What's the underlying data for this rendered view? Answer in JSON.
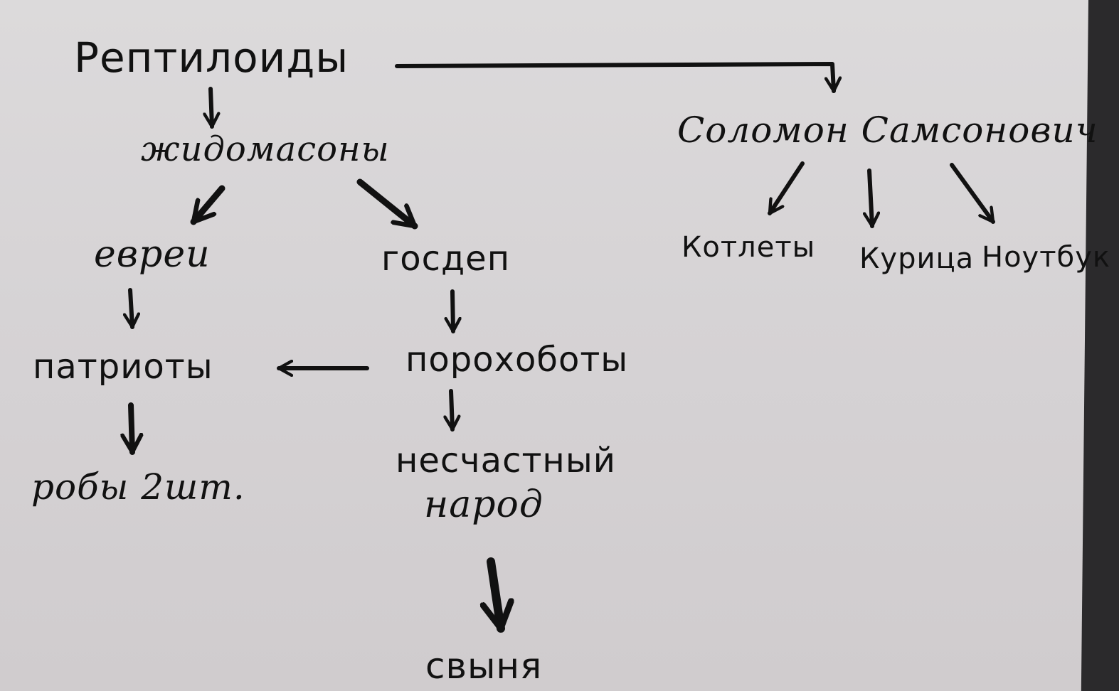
{
  "nodes": {
    "reptiloids": "Рептилоиды",
    "zhidomasony": "жидомасоны",
    "solomon": "Соломон Самсонович",
    "evrei": "евреи",
    "gosdep": "госдеп",
    "kotlety": "Котлеты",
    "kurica": "Курица",
    "noutbuk": "Ноутбук",
    "patrioty": "патриоты",
    "porohoboty": "порохоботы",
    "neschastny": "несчастный",
    "narod": "народ",
    "roby": "робы 2шт.",
    "svynya": "свыня"
  },
  "style": {
    "ink": "#111111",
    "paper": "#d8d6d7"
  }
}
